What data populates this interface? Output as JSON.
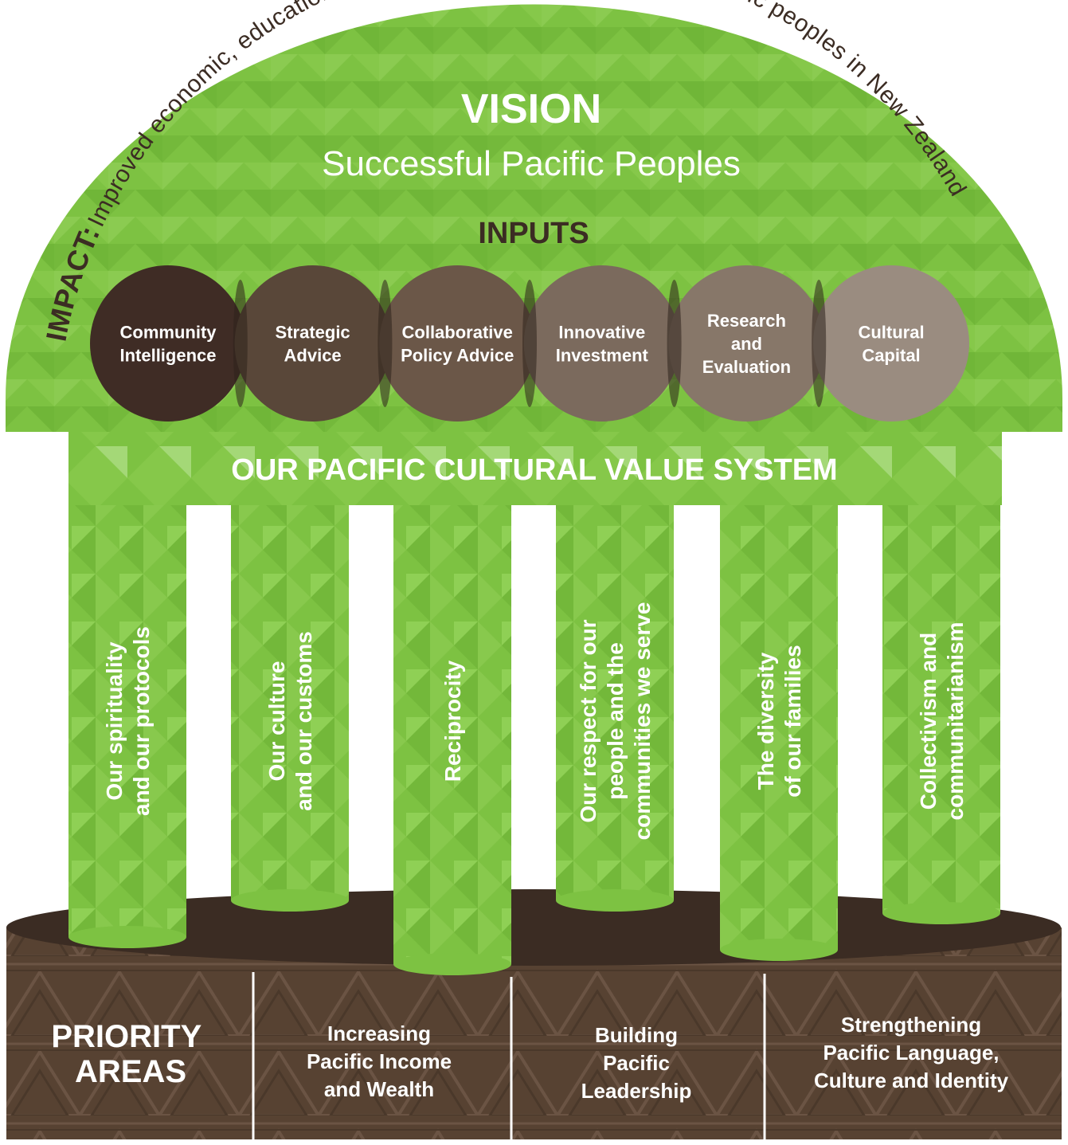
{
  "impact": {
    "label": "IMPACT:",
    "text": "Improved economic, education, social and cultural outcomes for Pacific peoples in New Zealand"
  },
  "vision": {
    "heading": "VISION",
    "text": "Successful Pacific Peoples"
  },
  "inputs": {
    "heading": "INPUTS",
    "items": [
      {
        "lines": [
          "Community",
          "Intelligence"
        ],
        "color": "#3f2c25"
      },
      {
        "lines": [
          "Strategic",
          "Advice"
        ],
        "color": "#594739"
      },
      {
        "lines": [
          "Collaborative",
          "Policy Advice"
        ],
        "color": "#6b5748"
      },
      {
        "lines": [
          "Innovative",
          "Investment"
        ],
        "color": "#7b6a5d"
      },
      {
        "lines": [
          "Research",
          "and",
          "Evaluation"
        ],
        "color": "#877769"
      },
      {
        "lines": [
          "Cultural",
          "Capital"
        ],
        "color": "#9a8c80"
      }
    ]
  },
  "value_system": {
    "heading": "OUR PACIFIC CULTURAL VALUE SYSTEM"
  },
  "pillars": [
    {
      "lines": [
        "Our spirituality",
        "and our protocols"
      ]
    },
    {
      "lines": [
        "Our culture",
        "and our customs"
      ]
    },
    {
      "lines": [
        "Reciprocity"
      ]
    },
    {
      "lines": [
        "Our respect for our",
        "people and the",
        "communities we serve"
      ]
    },
    {
      "lines": [
        "The diversity",
        "of our families"
      ]
    },
    {
      "lines": [
        "Collectivism and",
        "communitarianism"
      ]
    }
  ],
  "priority": {
    "heading_lines": [
      "PRIORITY",
      "AREAS"
    ],
    "areas": [
      {
        "lines": [
          "Increasing",
          "Pacific Income",
          "and Wealth"
        ]
      },
      {
        "lines": [
          "Building",
          "Pacific",
          "Leadership"
        ]
      },
      {
        "lines": [
          "Strengthening",
          "Pacific Language,",
          "Culture and Identity"
        ]
      }
    ]
  },
  "colors": {
    "green": "#7dc242",
    "green_light": "#96d35c",
    "green_dark": "#6aae33",
    "brown_dark": "#3b2c23",
    "brown": "#5a4536",
    "text_dark": "#3b2c23",
    "white": "#ffffff"
  }
}
